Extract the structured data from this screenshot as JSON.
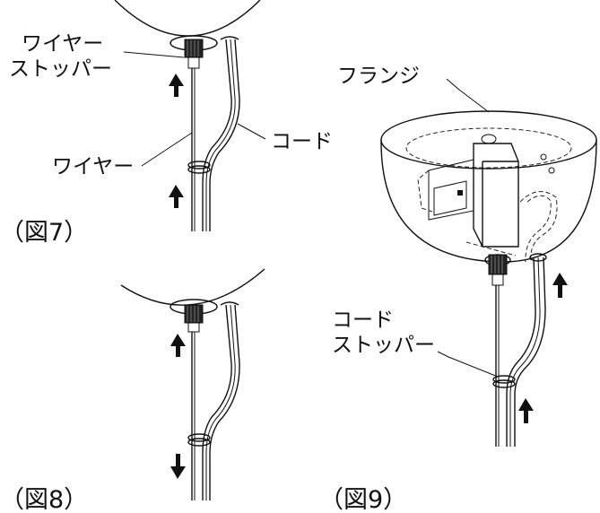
{
  "figure7": {
    "caption": "（図7）",
    "label_wire_stopper_line1": "ワイヤー",
    "label_wire_stopper_line2": "ストッパー",
    "label_wire": "ワイヤー",
    "label_cord": "コード"
  },
  "figure8": {
    "caption": "（図8）"
  },
  "figure9": {
    "caption": "（図9）",
    "label_flange": "フランジ",
    "label_cord_stopper_line1": "コード",
    "label_cord_stopper_line2": "ストッパー"
  }
}
